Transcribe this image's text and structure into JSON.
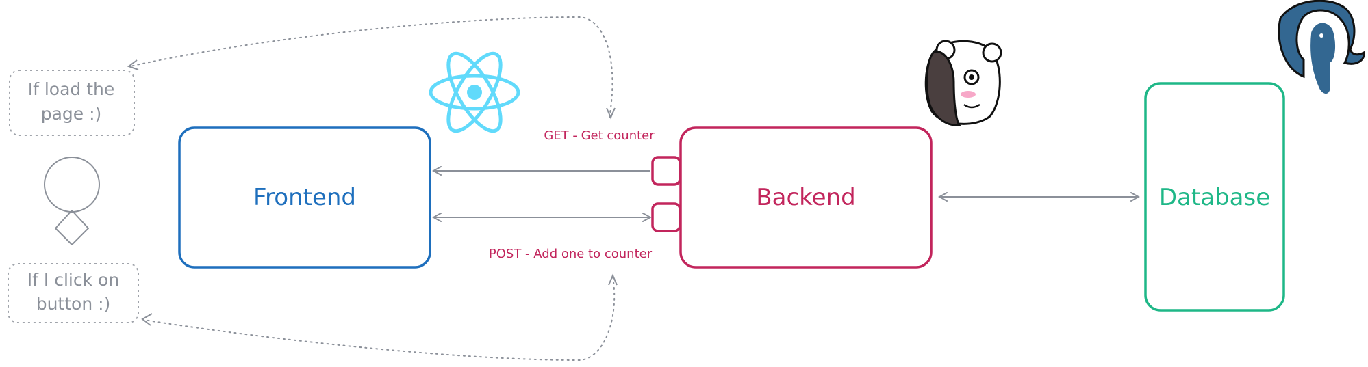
{
  "nodes": {
    "frontend": {
      "label": "Frontend",
      "color": "#1e6fbd"
    },
    "backend": {
      "label": "Backend",
      "color": "#c2255c"
    },
    "database": {
      "label": "Database",
      "color": "#1eb787"
    }
  },
  "notes": {
    "top": {
      "lines": [
        "If load the",
        "page :)"
      ]
    },
    "bottom": {
      "lines": [
        "If I click on",
        "button :)"
      ]
    }
  },
  "edges": {
    "get": {
      "label": "GET - Get counter",
      "color": "#c2255c"
    },
    "post": {
      "label": "POST - Add one to counter",
      "color": "#c2255c"
    }
  },
  "icons": {
    "frontend_logo": "react-icon",
    "backend_logo": "bun-bear-icon",
    "database_logo": "postgresql-elephant-icon",
    "actor": "user-actor-icon"
  },
  "colors": {
    "arrow": "#8b9099",
    "react": "#61dafb",
    "postgres": "#336791"
  }
}
